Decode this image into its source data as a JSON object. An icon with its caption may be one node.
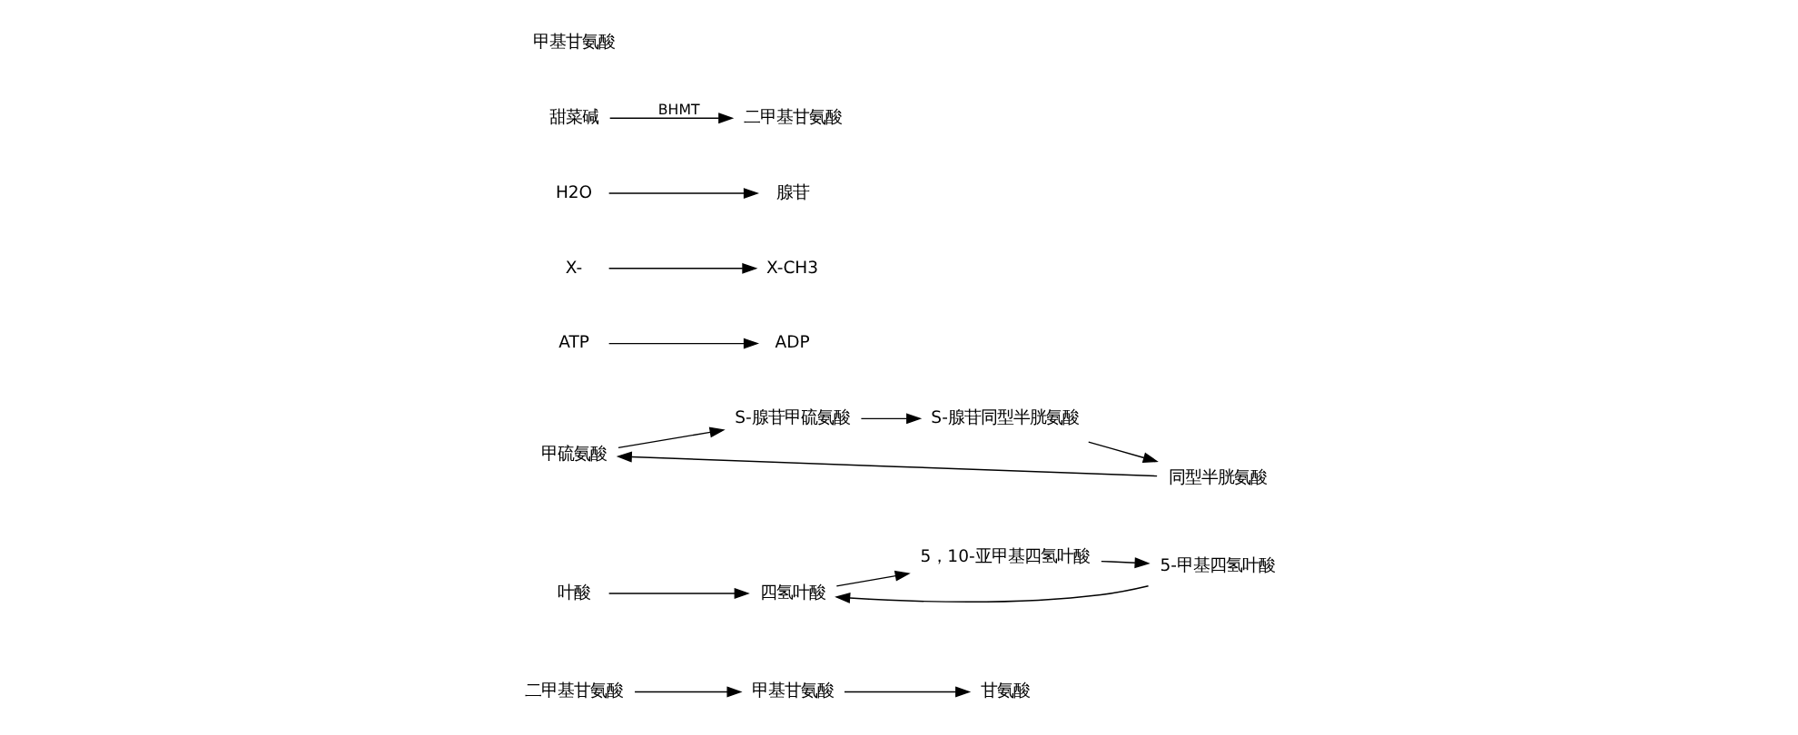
{
  "diagram": {
    "nodes": [
      {
        "text": [
          "二甲基甘氨酸"
        ]
      },
      {
        "text": [
          "叶酸"
        ]
      },
      {
        "text": [
          "四氢叶酸"
        ]
      },
      {
        "text": [
          "甲基甘氨酸"
        ]
      },
      {
        "text": [
          "甘氨酸"
        ]
      },
      {
        "text": [
          "5，10-亚甲基四氢叶酸"
        ]
      },
      {
        "text": [
          "5-甲基四氢叶酸"
        ]
      },
      {
        "text": [
          "甲硫氨酸"
        ]
      },
      {
        "text": [
          "ATP"
        ]
      },
      {
        "text": [
          "ADP"
        ]
      },
      {
        "text": [
          "S-腺苷甲硫氨酸"
        ]
      },
      {
        "text": [
          "X-"
        ]
      },
      {
        "text": [
          "X-CH3"
        ]
      },
      {
        "text": [
          "S-腺苷同型半胱氨酸"
        ]
      },
      {
        "text": [
          "H2O"
        ]
      },
      {
        "text": [
          "腺苷"
        ]
      },
      {
        "text": [
          "同型半胱氨酸"
        ]
      },
      {
        "text": [
          "二甲基甘氨酸"
        ]
      },
      {
        "text": [
          "甜菜碱"
        ]
      }
    ],
    "edges": [
      {
        "from": 0,
        "to": 3,
        "arrow": "to"
      },
      {
        "from": 1,
        "to": 2,
        "arrow": "to"
      },
      {
        "from": 2,
        "to": 5,
        "arrow": "to"
      },
      {
        "from": 3,
        "to": 4,
        "arrow": "to"
      },
      {
        "from": 5,
        "to": 6,
        "arrow": "to"
      },
      {
        "from": 6,
        "to": 2,
        "arrow": "to"
      },
      {
        "from": 16,
        "to": 7,
        "arrow": "to"
      },
      {
        "from": 18,
        "to": 17,
        "arrow": "to",
        "label": "BHMT"
      },
      {
        "from": 7,
        "to": 10,
        "arrow": "to"
      },
      {
        "from": 8,
        "to": 9,
        "arrow": "to"
      },
      {
        "from": 10,
        "to": 13,
        "arrow": "to"
      },
      {
        "from": 11,
        "to": 12,
        "arrow": "to"
      },
      {
        "from": 13,
        "to": 16,
        "arrow": "to"
      },
      {
        "from": 14,
        "to": 15,
        "arrow": "to"
      }
    ],
    "labels": [
      "甲基甘氨酸"
    ]
  }
}
